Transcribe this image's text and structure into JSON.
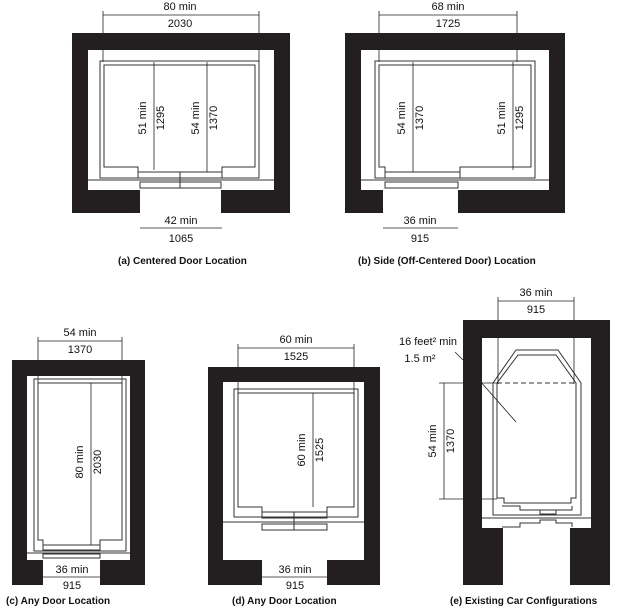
{
  "figures": [
    {
      "caption": "(a) Centered Door Location",
      "width": [
        "80 min",
        "2030"
      ],
      "depth1": [
        "51 min",
        "1295"
      ],
      "depth2": [
        "54 min",
        "1370"
      ],
      "door": [
        "42 min",
        "1065"
      ]
    },
    {
      "caption": "(b) Side (Off-Centered Door) Location",
      "width": [
        "68 min",
        "1725"
      ],
      "depth1": [
        "54 min",
        "1370"
      ],
      "depth2": [
        "51 min",
        "1295"
      ],
      "door": [
        "36 min",
        "915"
      ]
    },
    {
      "caption": "(c) Any Door Location",
      "width": [
        "54 min",
        "1370"
      ],
      "depth1": [
        "80 min",
        "2030"
      ],
      "door": [
        "36 min",
        "915"
      ]
    },
    {
      "caption": "(d) Any Door Location",
      "width": [
        "60 min",
        "1525"
      ],
      "depth1": [
        "60 min",
        "1525"
      ],
      "door": [
        "36 min",
        "915"
      ]
    },
    {
      "caption": "(e) Existing Car Configurations",
      "width": [
        "36 min",
        "915"
      ],
      "depth1": [
        "54 min",
        "1370"
      ],
      "area": [
        "16 feet² min",
        "1.5 m²"
      ]
    }
  ]
}
